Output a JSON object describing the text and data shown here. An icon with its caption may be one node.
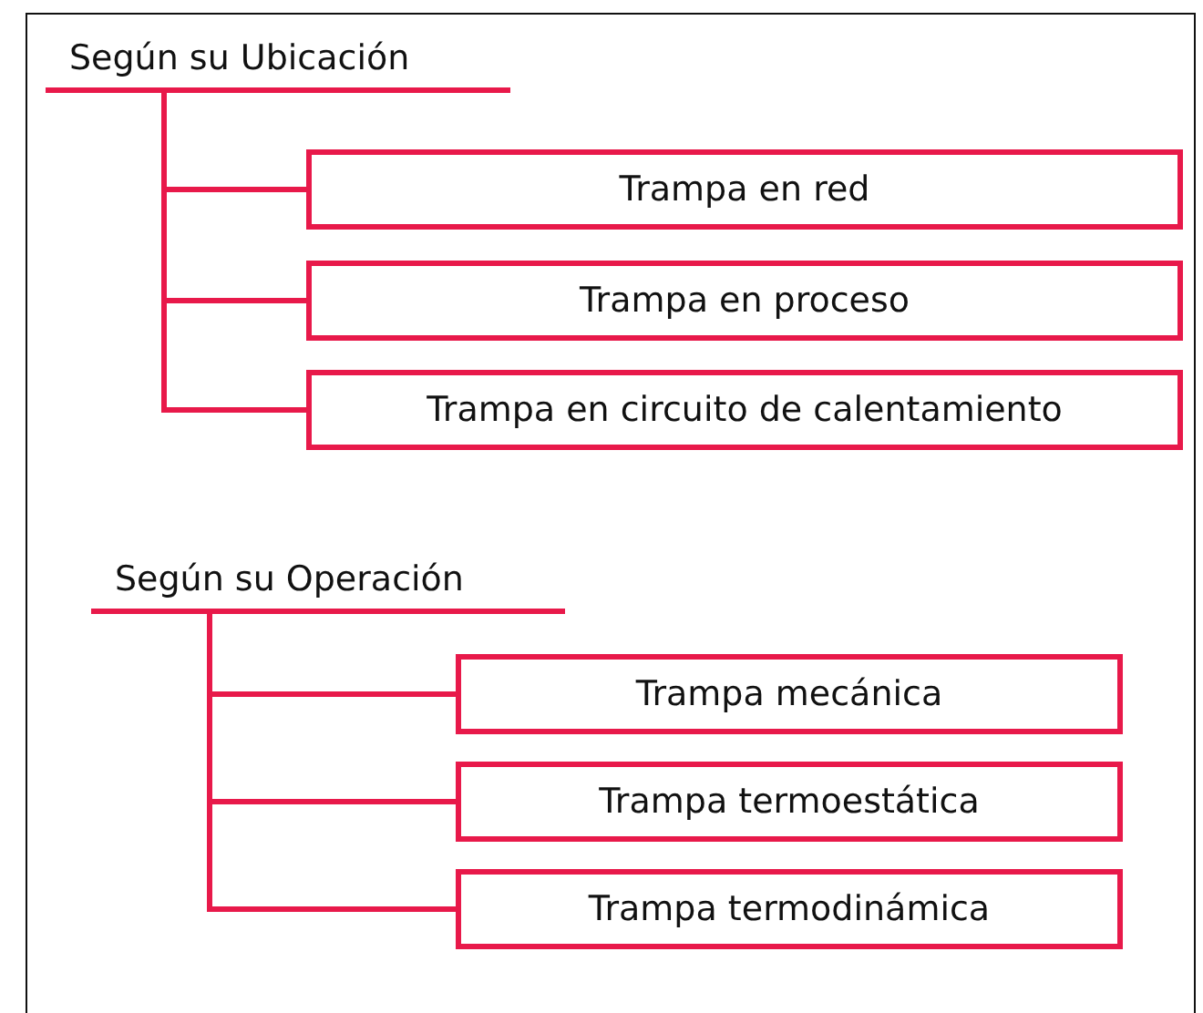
{
  "diagram": {
    "nodes": [
      {
        "text": [
          "Según su Ubicación"
        ]
      },
      {
        "text": [
          "Trampa en red"
        ]
      },
      {
        "text": [
          "Trampa en proceso"
        ]
      },
      {
        "text": [
          "Trampa en circuito de calentamiento"
        ]
      },
      {
        "text": [
          "Según su Operación"
        ]
      },
      {
        "text": [
          "Trampa mecánica"
        ]
      },
      {
        "text": [
          "Trampa termoestática"
        ]
      },
      {
        "text": [
          "Trampa termodinámica"
        ]
      }
    ],
    "edges": [
      {
        "from": 0,
        "to": 1,
        "arrow": "none"
      },
      {
        "from": 0,
        "to": 2,
        "arrow": "none"
      },
      {
        "from": 0,
        "to": 3,
        "arrow": "none"
      },
      {
        "from": 4,
        "to": 5,
        "arrow": "none"
      },
      {
        "from": 4,
        "to": 6,
        "arrow": "none"
      },
      {
        "from": 4,
        "to": 7,
        "arrow": "none"
      }
    ]
  }
}
